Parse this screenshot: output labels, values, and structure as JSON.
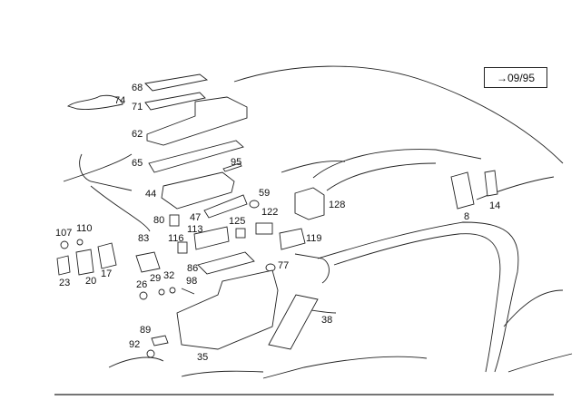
{
  "date_box": {
    "arrow": "→",
    "text": "09/95"
  },
  "part_labels": [
    "68",
    "74",
    "71",
    "62",
    "65",
    "95",
    "44",
    "59",
    "128",
    "122",
    "80",
    "47",
    "125",
    "113",
    "107",
    "110",
    "116",
    "119",
    "83",
    "17",
    "23",
    "20",
    "86",
    "77",
    "26",
    "29",
    "32",
    "98",
    "38",
    "89",
    "92",
    "35",
    "8",
    "14"
  ]
}
